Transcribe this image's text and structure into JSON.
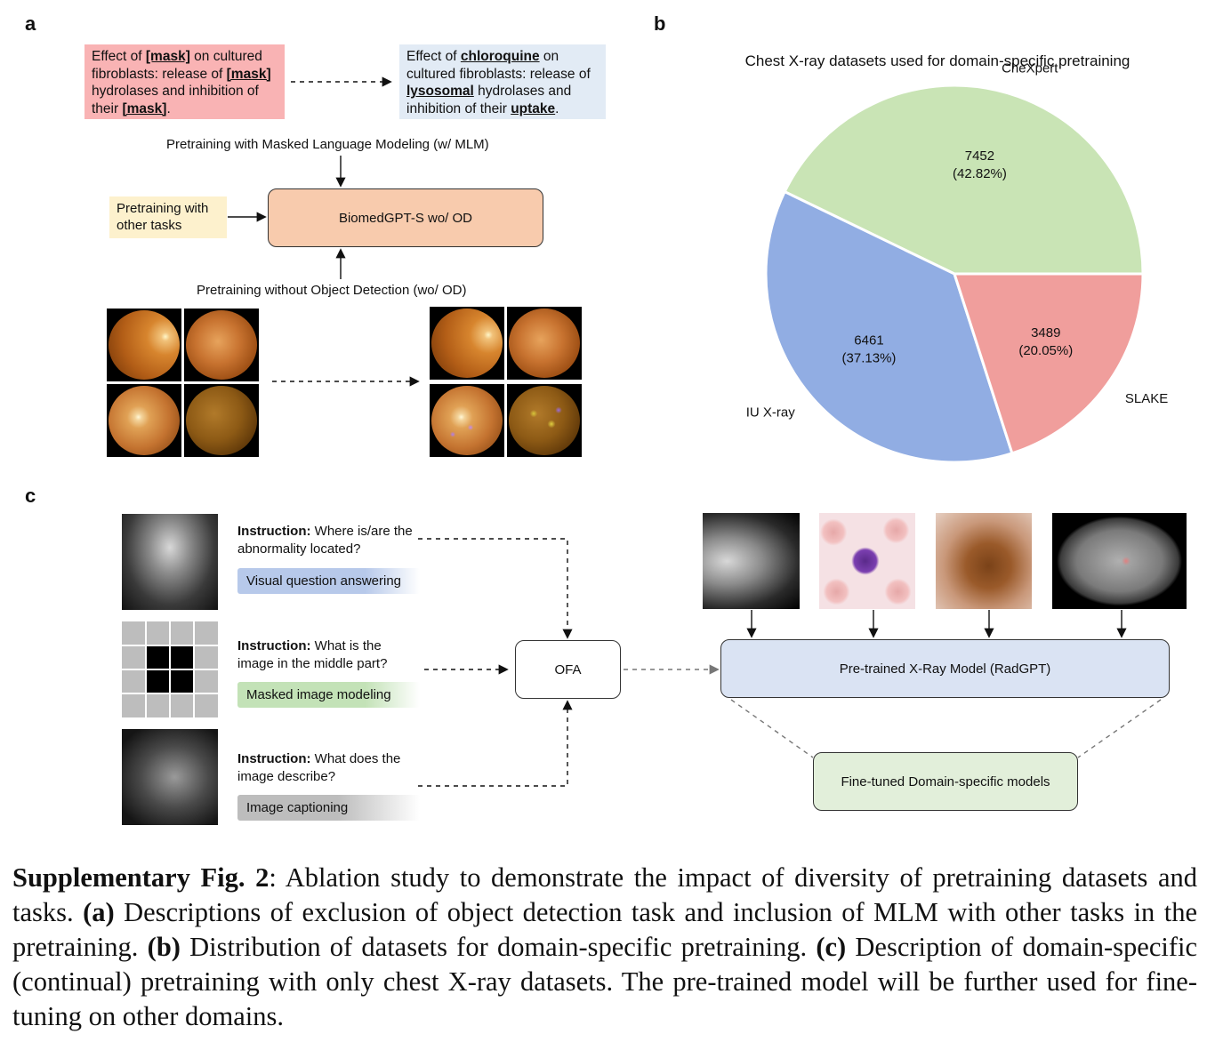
{
  "panel_a": {
    "label": "a",
    "masked_text": {
      "p1": "Effect of ",
      "m1": "[mask]",
      "p2": " on cultured fibroblasts: release of ",
      "m2": "[mask]",
      "p3": " hydrolases and inhibition of their ",
      "m3": "[mask]",
      "p4": "."
    },
    "filled_text": {
      "p1": "Effect of ",
      "m1": "chloroquine",
      "p2": " on cultured fibroblasts: release of ",
      "m2": "lysosomal",
      "p3": " hydrolases and inhibition of their ",
      "m3": "uptake",
      "p4": "."
    },
    "mlm_label": "Pretraining with Masked Language Modeling  (w/ MLM)",
    "other_tasks": "Pretraining with other tasks",
    "model_box": "BiomedGPT-S wo/ OD",
    "od_label": "Pretraining without Object Detection (wo/ OD)",
    "colors": {
      "masked_bg": "#f9b3b4",
      "filled_bg": "#e2ebf5",
      "other_bg": "#fdf1cd",
      "model_bg": "#f8cbad"
    }
  },
  "panel_b": {
    "label": "b",
    "chart_data": {
      "type": "pie",
      "title": "Chest X-ray datasets used for domain-specific pretraining",
      "slices": [
        {
          "name": "CheXpert",
          "value": 7452,
          "percent": "42.82%",
          "color": "#c9e4b5"
        },
        {
          "name": "IU X-ray",
          "value": 6461,
          "percent": "37.13%",
          "color": "#91ade3"
        },
        {
          "name": "SLAKE",
          "value": 3489,
          "percent": "20.05%",
          "color": "#f09e9c"
        }
      ]
    }
  },
  "panel_c": {
    "label": "c",
    "instructions": [
      {
        "prefix": "Instruction:",
        "text": " Where is/are the abnormality located?",
        "task": "Visual question answering",
        "task_color": "#b7c9ea"
      },
      {
        "prefix": "Instruction:",
        "text": " What is the image in the middle part?",
        "task": "Masked image modeling",
        "task_color": "#c3e2b7"
      },
      {
        "prefix": "Instruction:",
        "text": " What does the image describe?",
        "task": "Image captioning",
        "task_color": "#bdbdbd"
      }
    ],
    "ofa": "OFA",
    "pretrained_box": "Pre-trained X-Ray Model (RadGPT)",
    "finetuned_box": "Fine-tuned Domain-specific models",
    "colors": {
      "pretrained_bg": "#dae3f3",
      "finetuned_bg": "#e2efda"
    }
  },
  "caption": {
    "title": "Supplementary Fig. 2",
    "t1": ": Ablation study to demonstrate the impact of diversity of pretraining datasets and tasks. ",
    "a": "(a)",
    "t2": " Descriptions of exclusion of object detection task and inclusion of MLM with other tasks in the pretraining. ",
    "b": "(b)",
    "t3": " Distribution of datasets for domain-specific pretraining. ",
    "c": "(c)",
    "t4": " Description of domain-specific (continual) pretraining with only chest X-ray datasets. The pre-trained model will be further used for fine-tuning on other domains."
  }
}
